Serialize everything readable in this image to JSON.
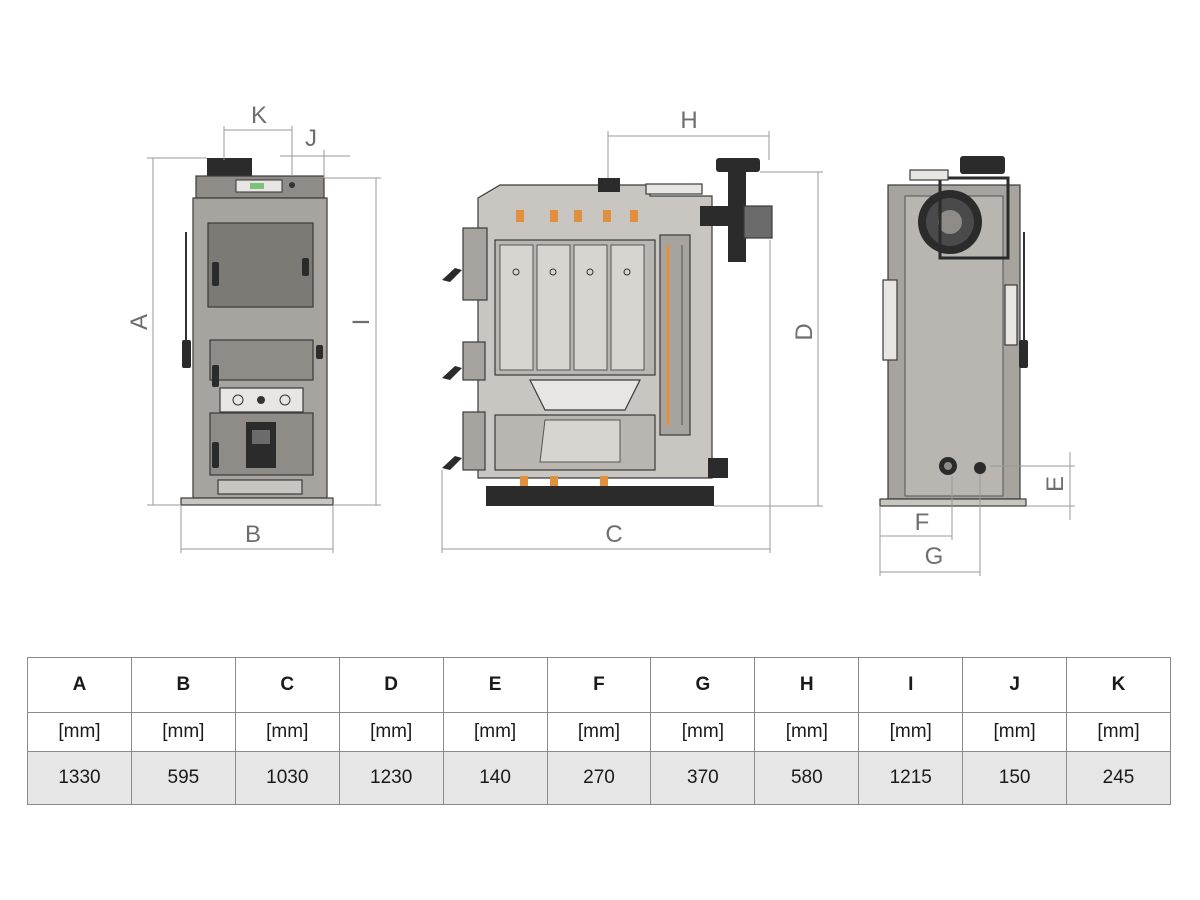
{
  "dimension_labels": {
    "A": "A",
    "B": "B",
    "C": "C",
    "D": "D",
    "E": "E",
    "F": "F",
    "G": "G",
    "H": "H",
    "I": "I",
    "J": "J",
    "K": "K"
  },
  "table": {
    "columns": [
      {
        "key": "A",
        "unit": "[mm]",
        "value": "1330"
      },
      {
        "key": "B",
        "unit": "[mm]",
        "value": "595"
      },
      {
        "key": "C",
        "unit": "[mm]",
        "value": "1030"
      },
      {
        "key": "D",
        "unit": "[mm]",
        "value": "1230"
      },
      {
        "key": "E",
        "unit": "[mm]",
        "value": "140"
      },
      {
        "key": "F",
        "unit": "[mm]",
        "value": "270"
      },
      {
        "key": "G",
        "unit": "[mm]",
        "value": "370"
      },
      {
        "key": "H",
        "unit": "[mm]",
        "value": "580"
      },
      {
        "key": "I",
        "unit": "[mm]",
        "value": "1215"
      },
      {
        "key": "J",
        "unit": "[mm]",
        "value": "150"
      },
      {
        "key": "K",
        "unit": "[mm]",
        "value": "245"
      }
    ]
  },
  "colors": {
    "body_gray": "#a7a39e",
    "dark_panel": "#7d7a76",
    "light_panel": "#c9c6c1",
    "black_part": "#2b2b2b",
    "orange_accent": "#e0913f",
    "dimension_line": "#9a9a9a",
    "label_text": "#6e6e6e",
    "value_row_bg": "#e6e6e6"
  }
}
